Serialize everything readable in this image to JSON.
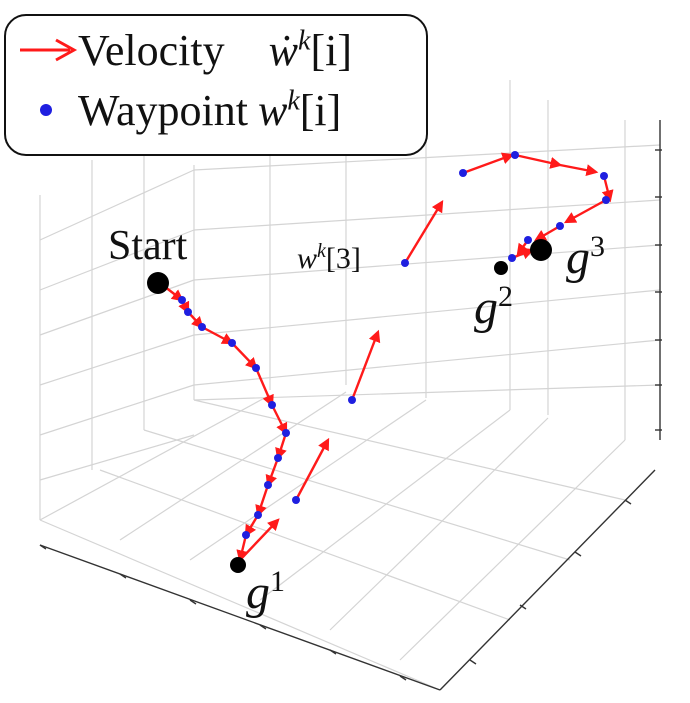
{
  "labels": {
    "start": "Start",
    "waypoint_tag": "w",
    "waypoint_tag_sup": "k",
    "waypoint_tag_index": "[3]",
    "goal_letter": "g",
    "goal_1_sup": "1",
    "goal_2_sup": "2",
    "goal_3_sup": "3"
  },
  "legend": {
    "velocity_label": "Velocity",
    "velocity_symbol": "ẇ",
    "velocity_sup": "k",
    "velocity_index": "[i]",
    "waypoint_label": "Waypoint",
    "waypoint_symbol": "w",
    "waypoint_sup": "k",
    "waypoint_index": "[i]"
  },
  "colors": {
    "velocity": "#ff1a1a",
    "waypoint": "#1f1fe0",
    "marker": "#000000",
    "grid": "#d3d3d3",
    "axis": "#333333"
  }
}
